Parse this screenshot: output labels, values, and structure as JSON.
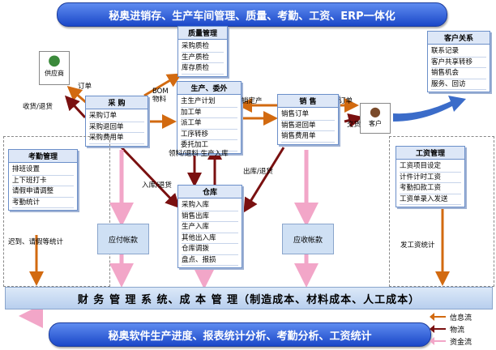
{
  "banner_top": "秘奥进销存、生产车间管理、质量、考勤、工资、ERP一体化",
  "banner_bottom": "秘奥软件生产进度、报表统计分析、考勤分析、工资统计",
  "quality": {
    "title": "质量管理",
    "items": [
      "采购质检",
      "生产质检",
      "库存质检"
    ]
  },
  "purchase": {
    "title": "采 购",
    "items": [
      "采购订单",
      "采购退回单",
      "采购费用单"
    ]
  },
  "production": {
    "title": "生产、委外",
    "items": [
      "主生产计划",
      "加工单",
      "派工单",
      "工序转移",
      "委托加工"
    ]
  },
  "sales": {
    "title": "销 售",
    "items": [
      "销售订单",
      "销售退回单",
      "销售费用单"
    ]
  },
  "crm": {
    "title": "客户关系",
    "items": [
      "联系记录",
      "客户共享转移",
      "销售机会",
      "服务、回访"
    ]
  },
  "attendance": {
    "title": "考勤管理",
    "items": [
      "排班设置",
      "上下班打卡",
      "请假申请调整",
      "考勤统计"
    ]
  },
  "salary": {
    "title": "工资管理",
    "items": [
      "工资项目设定",
      "计件计时工资",
      "考勤扣款工资",
      "工资单录入发送"
    ]
  },
  "warehouse": {
    "title": "仓库",
    "items": [
      "采购入库",
      "销售出库",
      "生产入库",
      "其他出入库",
      "仓库调拨",
      "盘点、报损"
    ]
  },
  "supplier_label": "供应商",
  "customer_label": "客户",
  "payable": "应付帐款",
  "receivable": "应收帐款",
  "finance_bar": "财 务 管 理 系 统、成 本 管 理（制造成本、材料成本、人工成本）",
  "labels": {
    "order_supplier": "订单",
    "receive_return": "收货/退货",
    "bom_material": "BOM\n物料",
    "confirm_order": "销定产",
    "order_customer": "订单",
    "deliver": "交货",
    "stockin_return": "入库/退货",
    "pick_return_stockin": "领料/退料  生产入库",
    "out_return": "出库/退货",
    "late_leave_stats": "迟到、请假等统计",
    "salary_stats": "发工资统计"
  },
  "legend": {
    "info": "信息流",
    "logistics": "物流",
    "cash": "资金流"
  },
  "colors": {
    "info": "#d26a10",
    "logistics": "#7a1010",
    "cash": "#f2a6c8",
    "banner": "#1a47c8",
    "accent": "#3b6cc9"
  }
}
